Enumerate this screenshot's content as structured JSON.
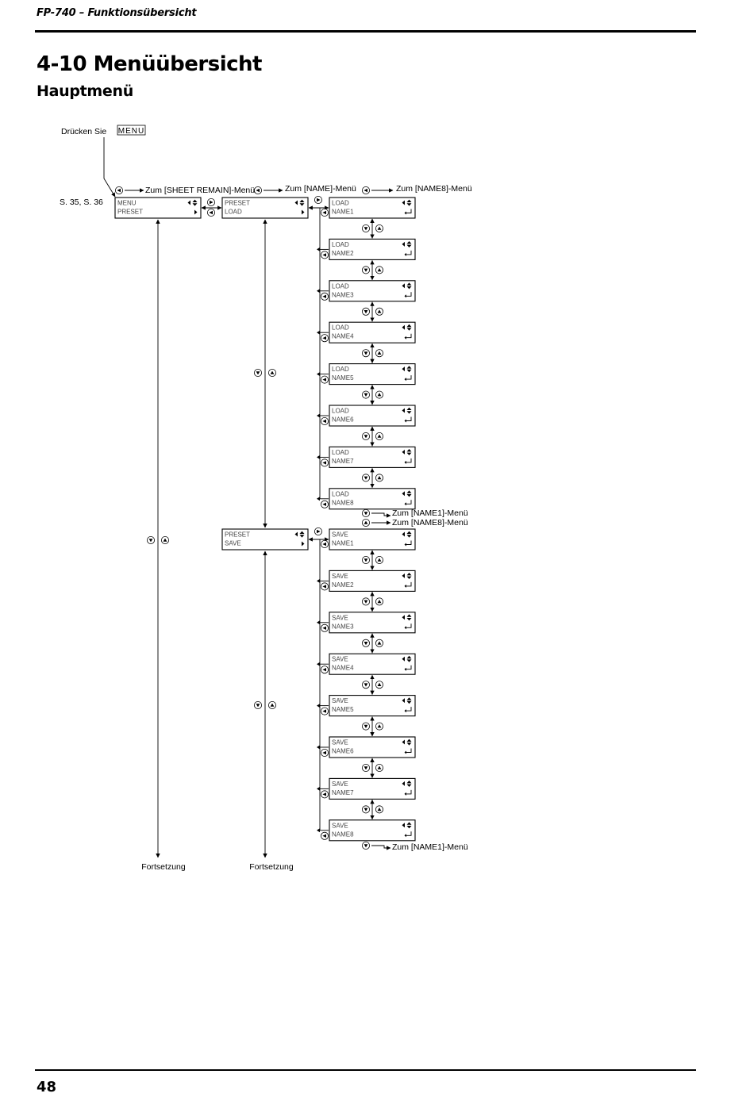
{
  "header": {
    "running_title": "FP-740 – Funktionsübersicht"
  },
  "section": {
    "title": "4-10 Menüübersicht",
    "subtitle": "Hauptmenü"
  },
  "intro": {
    "press_label": "Drücken Sie",
    "menu_key": "MENU",
    "page_ref": "S. 35, S. 36"
  },
  "links": {
    "sheet_remain": "Zum [SHEET REMAIN]-Menü",
    "name": "Zum [NAME]-Menü",
    "name8": "Zum [NAME8]-Menü",
    "name1": "Zum [NAME1]-Menü"
  },
  "menu_box": {
    "line1": "MENU",
    "line2": "PRESET"
  },
  "preset_load": {
    "line1": "PRESET",
    "line2": "LOAD"
  },
  "preset_save": {
    "line1": "PRESET",
    "line2": "SAVE"
  },
  "load_items": [
    {
      "l1": "LOAD",
      "l2": "NAME1"
    },
    {
      "l1": "LOAD",
      "l2": "NAME2"
    },
    {
      "l1": "LOAD",
      "l2": "NAME3"
    },
    {
      "l1": "LOAD",
      "l2": "NAME4"
    },
    {
      "l1": "LOAD",
      "l2": "NAME5"
    },
    {
      "l1": "LOAD",
      "l2": "NAME6"
    },
    {
      "l1": "LOAD",
      "l2": "NAME7"
    },
    {
      "l1": "LOAD",
      "l2": "NAME8"
    }
  ],
  "save_items": [
    {
      "l1": "SAVE",
      "l2": "NAME1"
    },
    {
      "l1": "SAVE",
      "l2": "NAME2"
    },
    {
      "l1": "SAVE",
      "l2": "NAME3"
    },
    {
      "l1": "SAVE",
      "l2": "NAME4"
    },
    {
      "l1": "SAVE",
      "l2": "NAME5"
    },
    {
      "l1": "SAVE",
      "l2": "NAME6"
    },
    {
      "l1": "SAVE",
      "l2": "NAME7"
    },
    {
      "l1": "SAVE",
      "l2": "NAME8"
    }
  ],
  "footer_labels": {
    "continue": "Fortsetzung"
  },
  "footer": {
    "page_number": "48"
  },
  "icons": [
    "up-key-icon",
    "down-key-icon",
    "left-key-icon",
    "right-key-icon",
    "enter-icon",
    "up-down-arrows-icon",
    "left-triangle-icon",
    "right-triangle-icon"
  ]
}
